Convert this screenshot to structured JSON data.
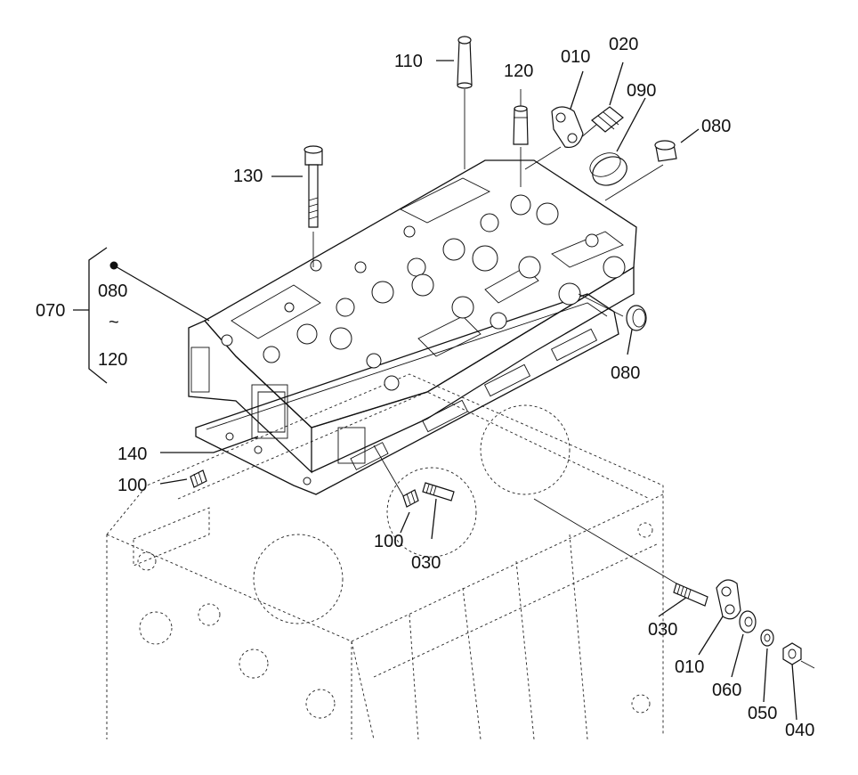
{
  "labels": {
    "l110": "110",
    "l120a": "120",
    "l010a": "010",
    "l020": "020",
    "l090": "090",
    "l080a": "080",
    "l130": "130",
    "l070": "070",
    "l080b": "080",
    "tilde": "~",
    "l120b": "120",
    "l080c": "080",
    "l140": "140",
    "l100a": "100",
    "l100b": "100",
    "l030a": "030",
    "l030b": "030",
    "l010b": "010",
    "l060": "060",
    "l050": "050",
    "l040": "040"
  }
}
